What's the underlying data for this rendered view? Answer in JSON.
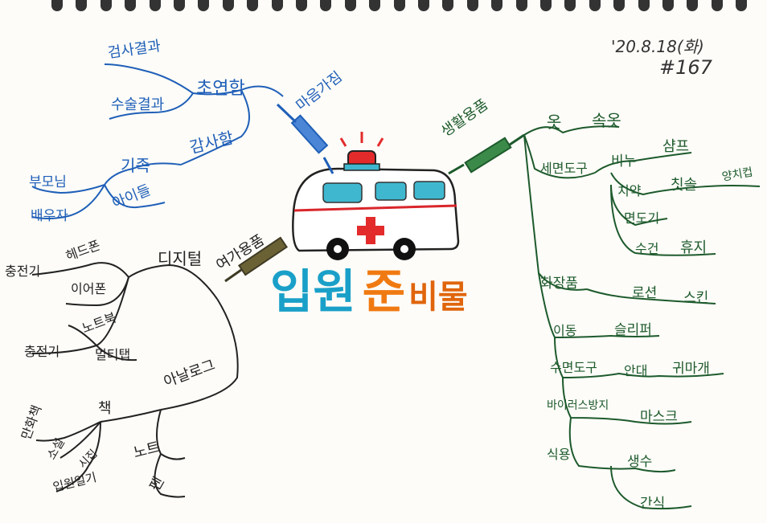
{
  "center": {
    "title_parts": [
      "입원",
      "준",
      "비물"
    ],
    "title_colors": [
      "#1aa0c8",
      "#f07a12",
      "#e0650c"
    ]
  },
  "meta": {
    "date": "'20.8.18(화)",
    "number": "#167"
  },
  "branches": {
    "mind": {
      "label": "마음가짐",
      "nodes": [
        {
          "label": "초연함",
          "children": [
            "검사결과",
            "수술결과"
          ]
        },
        {
          "label": "감사함",
          "children": [
            {
              "label": "기족",
              "children": [
                "부모님",
                "배우자"
              ]
            },
            "아이들"
          ]
        }
      ]
    },
    "leisure": {
      "label": "여가용품",
      "nodes": [
        {
          "label": "디지털",
          "children": [
            "충전기",
            "헤드폰",
            "이어폰",
            "노트북",
            "충전기",
            "멀티탭"
          ]
        },
        {
          "label": "아날로그",
          "children": [
            {
              "label": "책",
              "children": [
                "만화책",
                "소설",
                "시집",
                "입원일기"
              ]
            },
            {
              "label": "노트",
              "children": [
                "펜"
              ]
            }
          ]
        }
      ]
    },
    "daily": {
      "label": "생활용품",
      "nodes": [
        {
          "label": "옷",
          "children": [
            "속옷"
          ]
        },
        {
          "label": "세면도구",
          "children": [
            "비누",
            "샴프",
            "치약",
            "칫솔",
            "양치컵",
            "면도기",
            "수건",
            "휴지"
          ]
        },
        {
          "label": "화장품",
          "children": [
            "로션",
            "스킨"
          ]
        },
        {
          "label": "이동",
          "children": [
            "슬리퍼"
          ]
        },
        {
          "label": "수면도구",
          "children": [
            "안대",
            "귀마개"
          ]
        },
        {
          "label": "바이러스방지",
          "children": [
            "마스크"
          ]
        },
        {
          "label": "식용",
          "children": [
            "생수",
            "간식"
          ]
        }
      ]
    }
  },
  "colors": {
    "mind": "#1f5fb8",
    "leisure": "#222222",
    "daily": "#1d5a2c"
  }
}
